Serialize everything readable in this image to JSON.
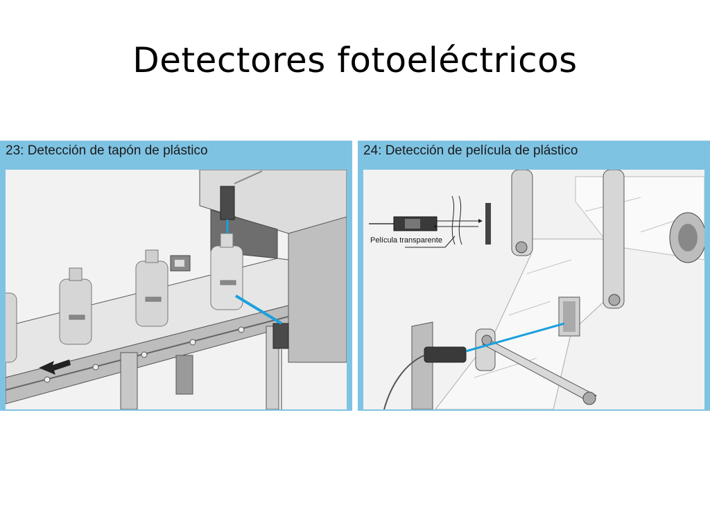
{
  "slide": {
    "title": "Detectores fotoeléctricos"
  },
  "panels": [
    {
      "caption": "23: Detección de tapón de plástico"
    },
    {
      "caption": "24: Detección de película de plástico",
      "inset_label": "Película transparente"
    }
  ],
  "colors": {
    "panel_header": "#7fc3e3",
    "beam": "#1aa0dc",
    "metal": "#cfcfcf"
  }
}
